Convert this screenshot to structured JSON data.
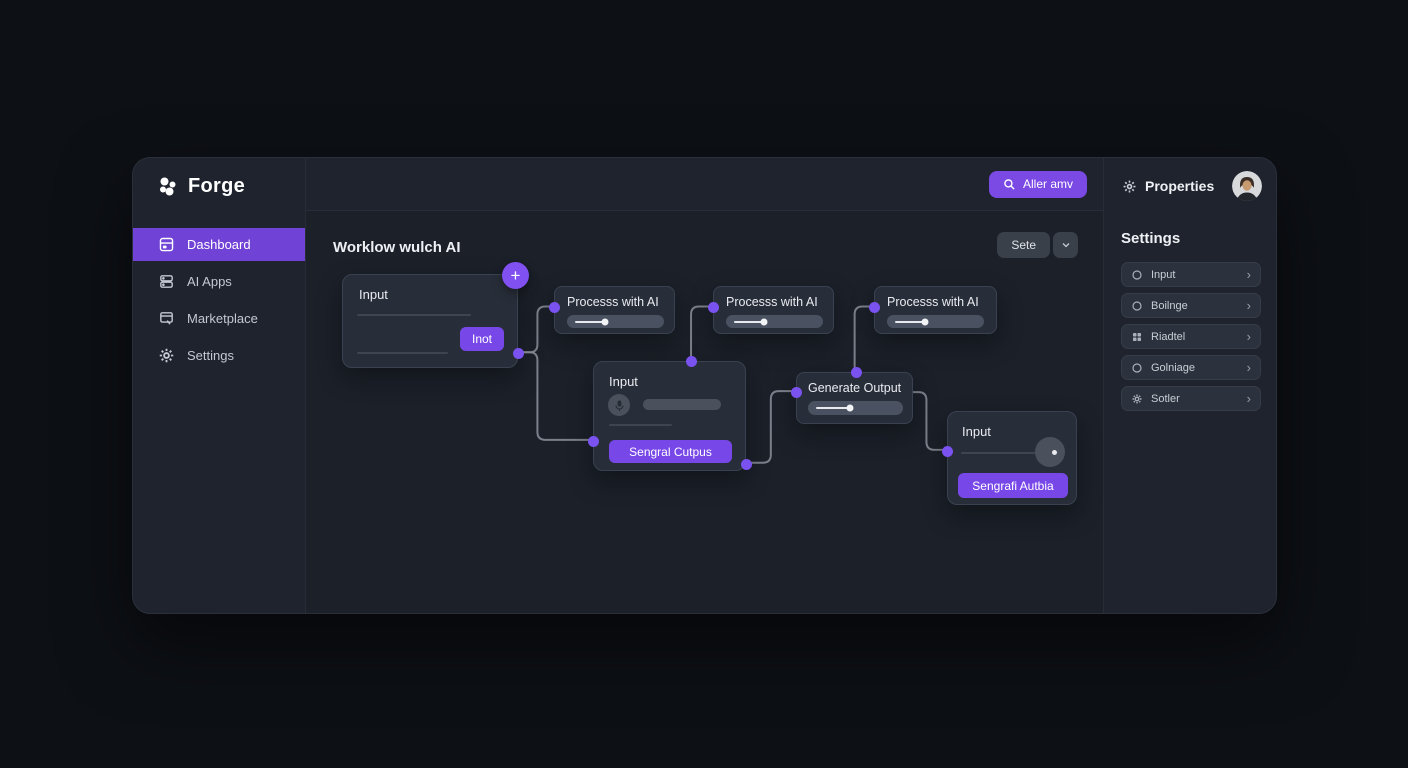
{
  "brand": {
    "name": "Forge"
  },
  "sidebar": {
    "items": [
      {
        "label": "Dashboard",
        "active": true
      },
      {
        "label": "AI Apps",
        "active": false
      },
      {
        "label": "Marketplace",
        "active": false
      },
      {
        "label": "Settings",
        "active": false
      }
    ]
  },
  "topbar": {
    "search_button_label": "Aller amv"
  },
  "canvas": {
    "title": "Worklow wulch AI",
    "save_button_label": "Sete",
    "nodes": [
      {
        "title": "Input",
        "button_label": "Inot"
      },
      {
        "title": "Processs with AI",
        "slider": 0.4
      },
      {
        "title": "Processs with AI",
        "slider": 0.4
      },
      {
        "title": "Processs with AI",
        "slider": 0.4
      },
      {
        "title": "Input",
        "button_label": "Sengral Cutpus"
      },
      {
        "title": "Generate Output",
        "slider": 0.45
      },
      {
        "title": "Input",
        "button_label": "Sengrafi Autbia"
      }
    ]
  },
  "properties_panel": {
    "header": "Properties",
    "section_title": "Settings",
    "rows": [
      {
        "label": "Input",
        "icon": "circle-icon"
      },
      {
        "label": "Boilnge",
        "icon": "circle-icon"
      },
      {
        "label": "Riadtel",
        "icon": "grid-icon"
      },
      {
        "label": "Golniage",
        "icon": "circle-icon"
      },
      {
        "label": "Sotler",
        "icon": "gear-icon"
      }
    ]
  },
  "colors": {
    "accent": "#7b4ae5",
    "active_nav": "#7142d6",
    "node_bg": "#282e39",
    "canvas_bg": "#1b2029",
    "wire": "#8d929c"
  }
}
